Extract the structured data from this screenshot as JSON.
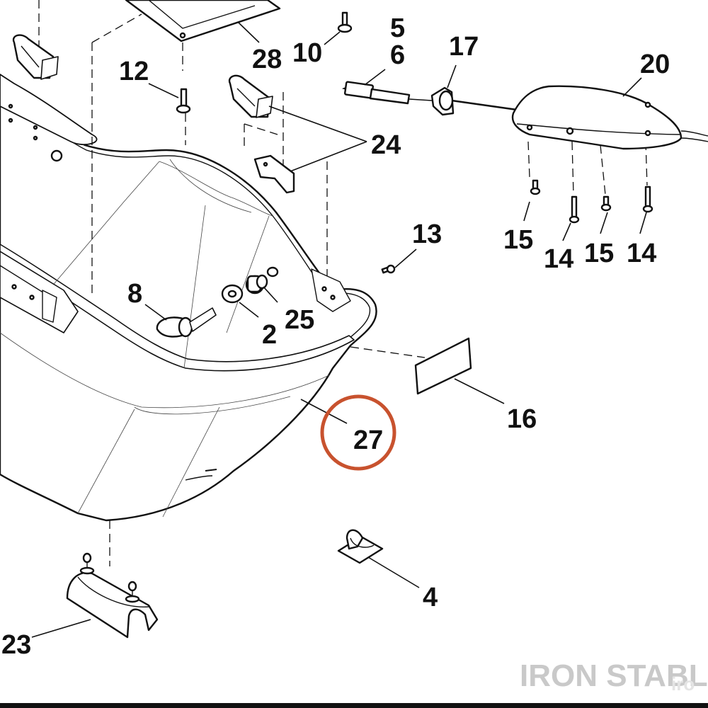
{
  "callouts": {
    "c2": "2",
    "c4": "4",
    "c5": "5",
    "c6": "6",
    "c8": "8",
    "c10": "10",
    "c12": "12",
    "c13": "13",
    "c14a": "14",
    "c14b": "14",
    "c15a": "15",
    "c15b": "15",
    "c16": "16",
    "c17": "17",
    "c20": "20",
    "c23": "23",
    "c24": "24",
    "c25": "25",
    "c27": "27",
    "c28": "28"
  },
  "highlight": {
    "part": "27",
    "color": "#c8522e"
  },
  "watermark": {
    "text": "IRON STABLE",
    "overlay": "iro"
  },
  "colors": {
    "line": "#111111",
    "background": "#ffffff",
    "watermark": "#c9c9c9",
    "bottom_bar": "#111111"
  }
}
